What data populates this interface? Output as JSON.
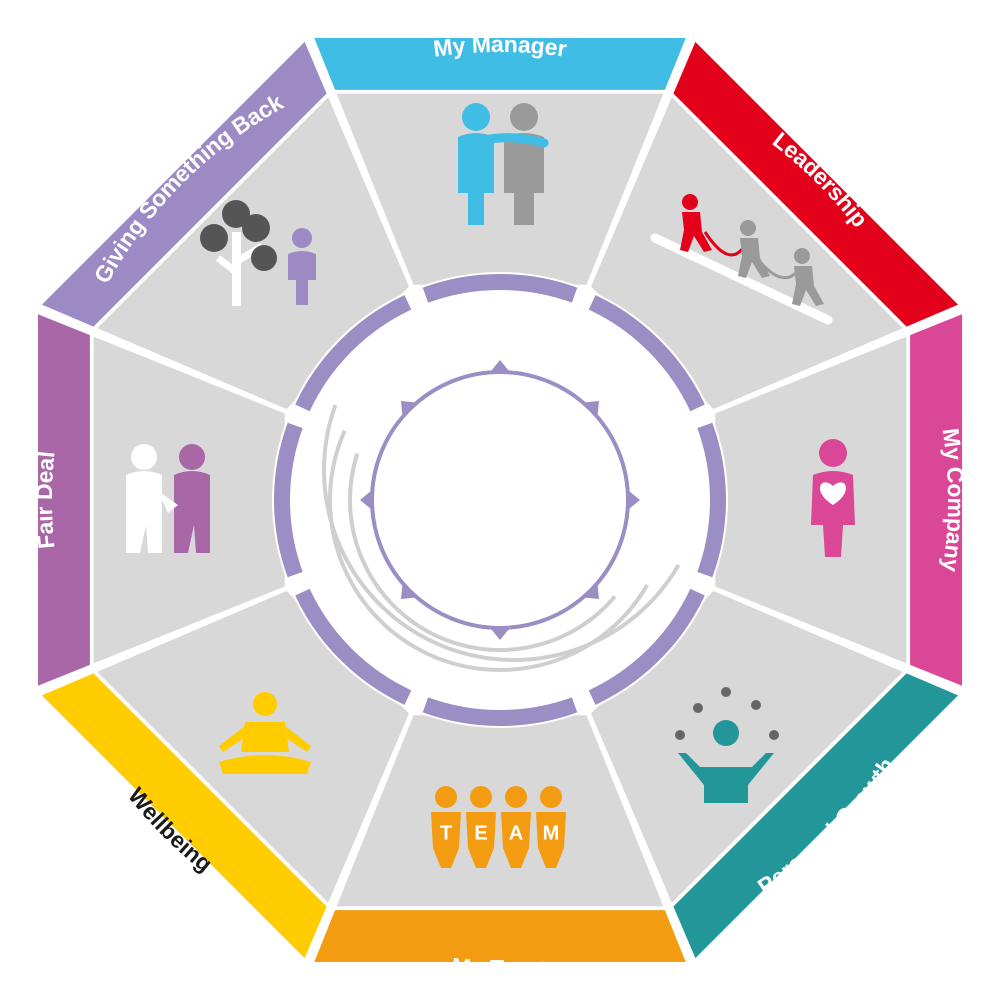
{
  "colors": {
    "panel": "#d8d8d8",
    "divider": "#ffffff",
    "hub_ring": "#9b8ec4",
    "hub_line": "#cfcfcf",
    "icon_grey": "#9a9a9a",
    "icon_dark": "#555555"
  },
  "segments": [
    {
      "label": "My Manager",
      "color": "#3fbde5",
      "text_color": "#ffffff",
      "icon": "two-people-arm-icon"
    },
    {
      "label": "Leadership",
      "color": "#e2001a",
      "text_color": "#ffffff",
      "icon": "climbers-rope-icon"
    },
    {
      "label": "My Company",
      "color": "#d94796",
      "text_color": "#ffffff",
      "icon": "person-heart-icon"
    },
    {
      "label": "Personal Growth",
      "color": "#23969a",
      "text_color": "#ffffff",
      "icon": "juggler-icon"
    },
    {
      "label": "My Team",
      "color": "#f39c12",
      "text_color": "#ffffff",
      "icon": "team-people-icon"
    },
    {
      "label": "Wellbeing",
      "color": "#ffcc00",
      "text_color": "#1a1a1a",
      "icon": "meditation-icon"
    },
    {
      "label": "Fair Deal",
      "color": "#a967a8",
      "text_color": "#ffffff",
      "icon": "handshake-icon"
    },
    {
      "label": "Giving Something Back",
      "color": "#9c8ac4",
      "text_color": "#ffffff",
      "icon": "tree-person-icon"
    }
  ],
  "team_letters": [
    "T",
    "E",
    "A",
    "M"
  ]
}
